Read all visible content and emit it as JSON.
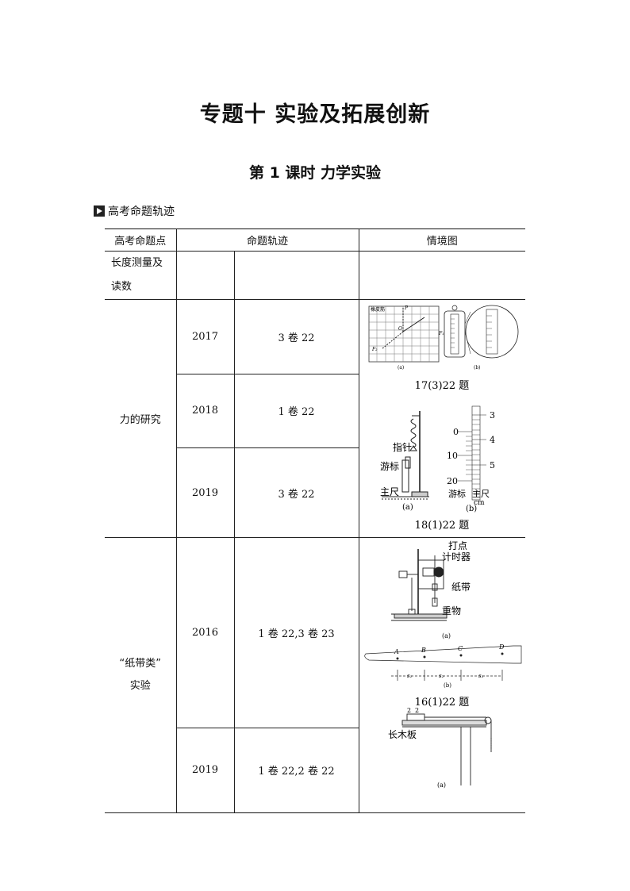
{
  "title": "专题十  实验及拓展创新",
  "subtitle": "第 1 课时    力学实验",
  "section_label": "高考命题轨迹",
  "table": {
    "headers": [
      "高考命题点",
      "命题轨迹",
      "情境图"
    ],
    "rows": {
      "length": {
        "topic": "长度测量及读数"
      },
      "force": {
        "topic": "力的研究",
        "entries": [
          {
            "year": "2017",
            "track": "3 卷 22"
          },
          {
            "year": "2018",
            "track": "1 卷 22"
          },
          {
            "year": "2019",
            "track": "3 卷 22"
          }
        ],
        "caption_1": "17(3)22 题",
        "caption_2": "18(1)22 题",
        "fig1_labels": {
          "a": "(a)",
          "b": "(b)",
          "board": "橡皮筋",
          "O": "O",
          "P": "P",
          "F1": "F₁",
          "F2": "F₂"
        },
        "fig2_labels": {
          "pointer": "指针",
          "vernier": "游标",
          "main": "主尺",
          "a": "(a)",
          "b": "(b)",
          "scale_main": [
            "3",
            "4",
            "5"
          ],
          "scale_vernier": [
            "0",
            "10",
            "20"
          ],
          "vernier_label": "游标",
          "main_label": "主尺",
          "unit": "cm"
        }
      },
      "tape": {
        "topic_1": "“纸带类”",
        "topic_2": "实验",
        "entries": [
          {
            "year": "2016",
            "track": "1 卷 22,3 卷 23"
          },
          {
            "year": "2019",
            "track": "1 卷 22,2 卷 22"
          }
        ],
        "caption_1": "16(1)22 题",
        "fig3_labels": {
          "timer_1": "打点",
          "timer_2": "计时器",
          "tape": "纸带",
          "weight": "重物",
          "a": "(a)",
          "b": "(b)",
          "points": [
            "A",
            "B",
            "C",
            "D"
          ],
          "segments": [
            "s₁",
            "s₂",
            "s₃"
          ]
        },
        "fig4_labels": {
          "board": "长木板",
          "a": "(a)"
        }
      }
    }
  }
}
